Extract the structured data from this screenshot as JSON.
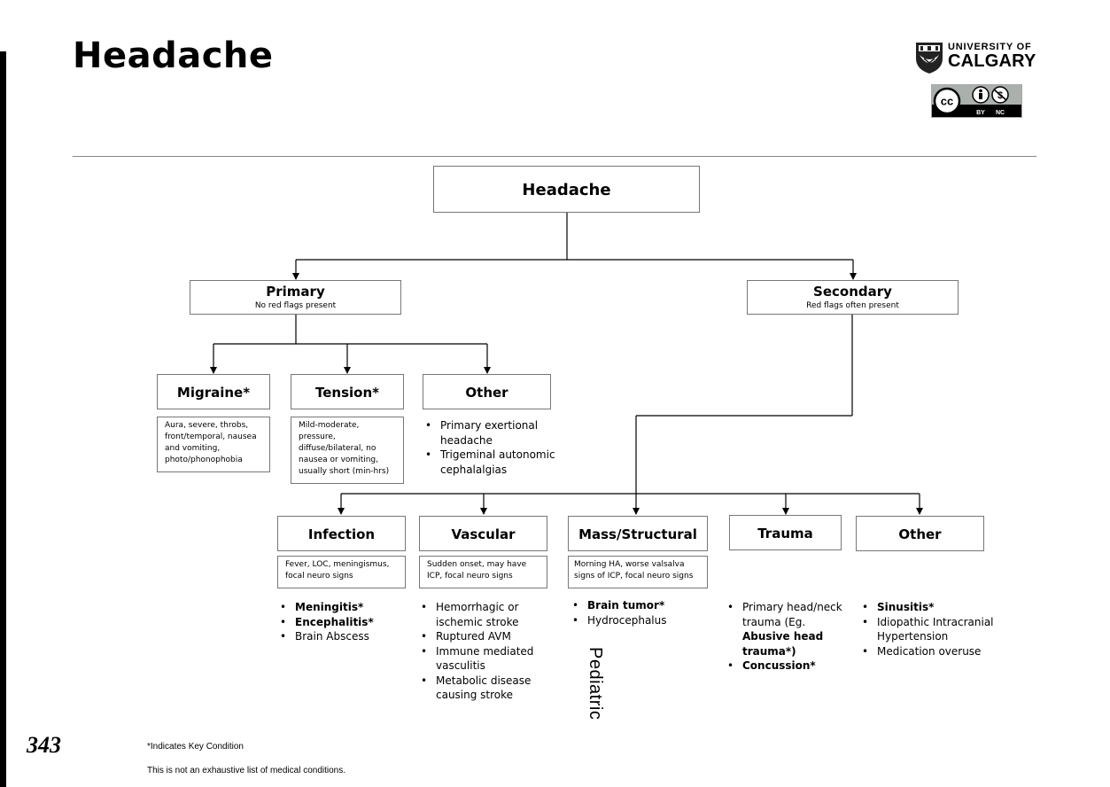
{
  "page": {
    "title": "Headache",
    "side_label": "Pediatric",
    "page_number": "343",
    "footnote_key": "*Indicates Key Condition",
    "footnote_disclaimer": "This is not an exhaustive list of medical conditions.",
    "logo": {
      "line1": "UNIVERSITY OF",
      "line2": "CALGARY"
    },
    "license_badge": {
      "cc": "cc",
      "by": "BY",
      "nc": "NC"
    }
  },
  "diagram": {
    "root": "Headache",
    "primary": {
      "title": "Primary",
      "subtitle": "No red flags present"
    },
    "secondary": {
      "title": "Secondary",
      "subtitle": "Red flags often present"
    },
    "primary_children": {
      "migraine": {
        "title": "Migraine*",
        "note": [
          "Aura, severe, throbs,",
          "front/temporal, nausea",
          "and vomiting,",
          "photo/phonophobia"
        ]
      },
      "tension": {
        "title": "Tension*",
        "note": [
          "Mild-moderate,",
          "pressure,",
          "diffuse/bilateral, no",
          "nausea or vomiting,",
          "usually short (min-hrs)"
        ]
      },
      "other": {
        "title": "Other",
        "items": [
          "Primary exertional headache",
          "Trigeminal autonomic cephalalgias"
        ]
      }
    },
    "secondary_children": {
      "infection": {
        "title": "Infection",
        "note": [
          "Fever, LOC, meningismus,",
          "focal neuro signs"
        ],
        "items": [
          {
            "bold": "Meningitis*"
          },
          {
            "bold": "Encephalitis*"
          },
          {
            "text": "Brain Abscess"
          }
        ]
      },
      "vascular": {
        "title": "Vascular",
        "note": [
          "Sudden onset, may have",
          "ICP, focal neuro signs"
        ],
        "items": [
          "Hemorrhagic or ischemic stroke",
          "Ruptured AVM",
          "Immune mediated vasculitis",
          "Metabolic disease causing stroke"
        ]
      },
      "mass": {
        "title": "Mass/Structural",
        "note": [
          "Morning HA, worse valsalva",
          "signs of ICP, focal neuro signs"
        ],
        "items": [
          {
            "bold": "Brain tumor*"
          },
          {
            "text": "Hydrocephalus"
          }
        ]
      },
      "trauma": {
        "title": "Trauma",
        "item1": {
          "text": "Primary head/neck trauma (Eg. ",
          "bold": "Abusive head trauma*",
          "tail": ")"
        },
        "item2": {
          "bold": "Concussion*"
        }
      },
      "other": {
        "title": "Other",
        "items": [
          {
            "bold": "Sinusitis*"
          },
          {
            "text": "Idiopathic Intracranial Hypertension"
          },
          {
            "text": "Medication overuse"
          }
        ]
      }
    }
  }
}
